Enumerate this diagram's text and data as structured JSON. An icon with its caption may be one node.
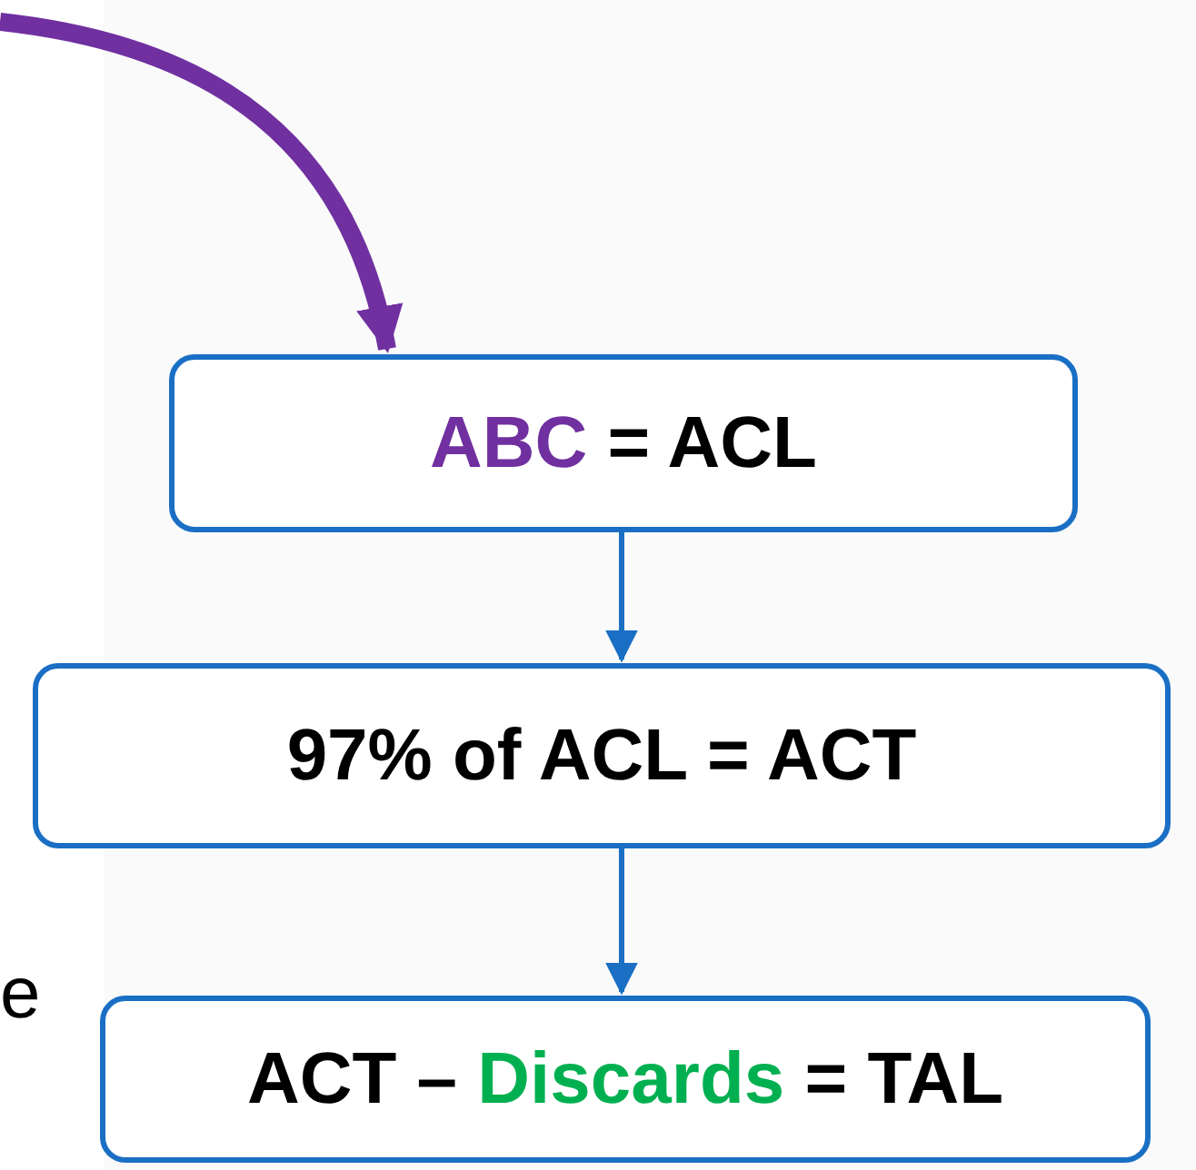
{
  "diagram": {
    "nodes": [
      {
        "text": [
          "*ABC* = ACL"
        ]
      },
      {
        "text": [
          "97% of ACL = ACT"
        ]
      },
      {
        "text": [
          "ACT – *Discards* = TAL"
        ]
      }
    ],
    "edges": [
      {
        "from": null,
        "to": 0,
        "arrow": "to",
        "style": "thick",
        "color": "#7030a0"
      },
      {
        "from": 0,
        "to": 1,
        "arrow": "to"
      },
      {
        "from": 1,
        "to": 2,
        "arrow": "to"
      }
    ],
    "labels": [
      "e"
    ]
  }
}
